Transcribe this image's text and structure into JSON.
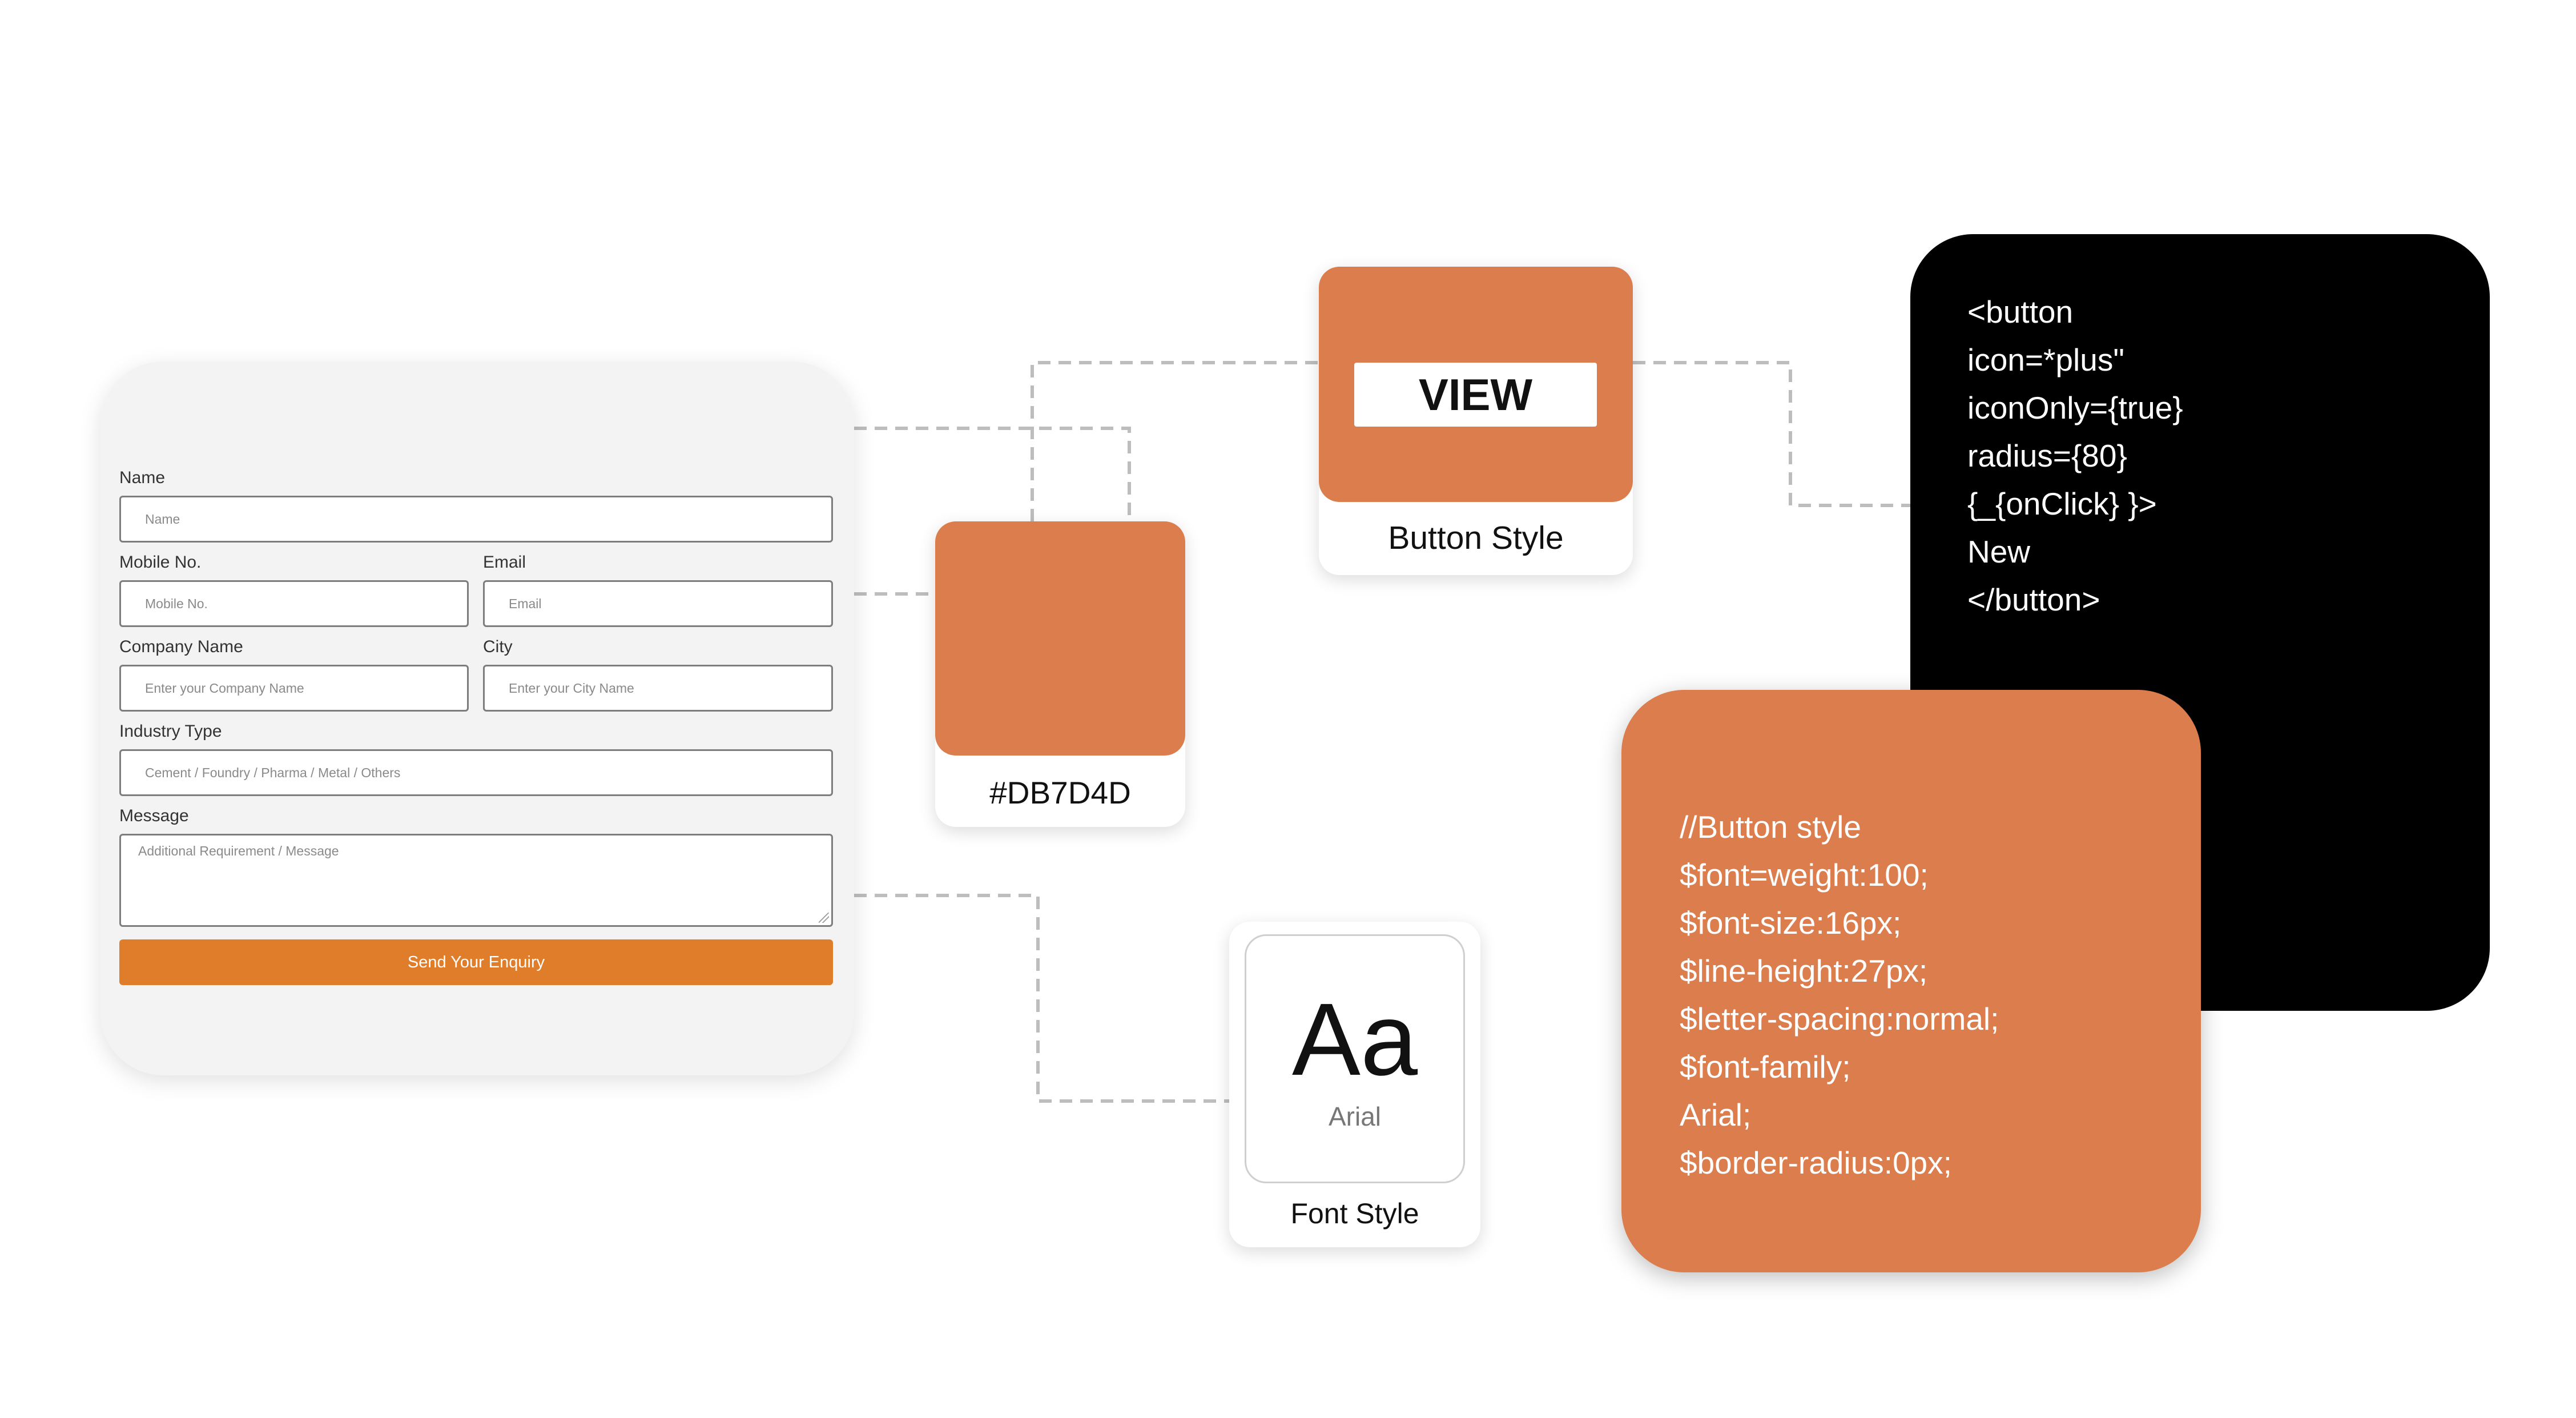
{
  "form": {
    "name_label": "Name",
    "name_placeholder": "Name",
    "mobile_label": "Mobile No.",
    "mobile_placeholder": "Mobile No.",
    "email_label": "Email",
    "email_placeholder": "Email",
    "company_label": "Company Name",
    "company_placeholder": "Enter your Company Name",
    "city_label": "City",
    "city_placeholder": "Enter your City Name",
    "industry_label": "Industry Type",
    "industry_placeholder": "Cement / Foundry / Pharma / Metal / Others",
    "message_label": "Message",
    "message_placeholder": "Additional Requirement / Message",
    "submit_label": "Send Your Enquiry"
  },
  "color_card": {
    "hex_label": "#DB7D4D",
    "swatch_color": "#DB7D4D"
  },
  "button_card": {
    "button_text": "VIEW",
    "label": "Button Style"
  },
  "font_card": {
    "sample": "Aa",
    "font_name": "Arial",
    "label": "Font Style"
  },
  "code_dark": {
    "lines": [
      "<button",
      "icon=*plus\"",
      "iconOnly={true}",
      "radius={80}",
      "{_{onClick} }>",
      "New",
      "</button>"
    ]
  },
  "code_orange": {
    "lines": [
      "//Button style",
      "$font=weight:100;",
      "$font-size:16px;",
      "$line-height:27px;",
      "$letter-spacing:normal;",
      "$font-family;",
      "Arial;",
      "$border-radius:0px;"
    ]
  },
  "colors": {
    "accent": "#DB7D4D",
    "submit_button": "#E07D2A",
    "code_background": "#000000",
    "form_background": "#F3F3F3"
  }
}
